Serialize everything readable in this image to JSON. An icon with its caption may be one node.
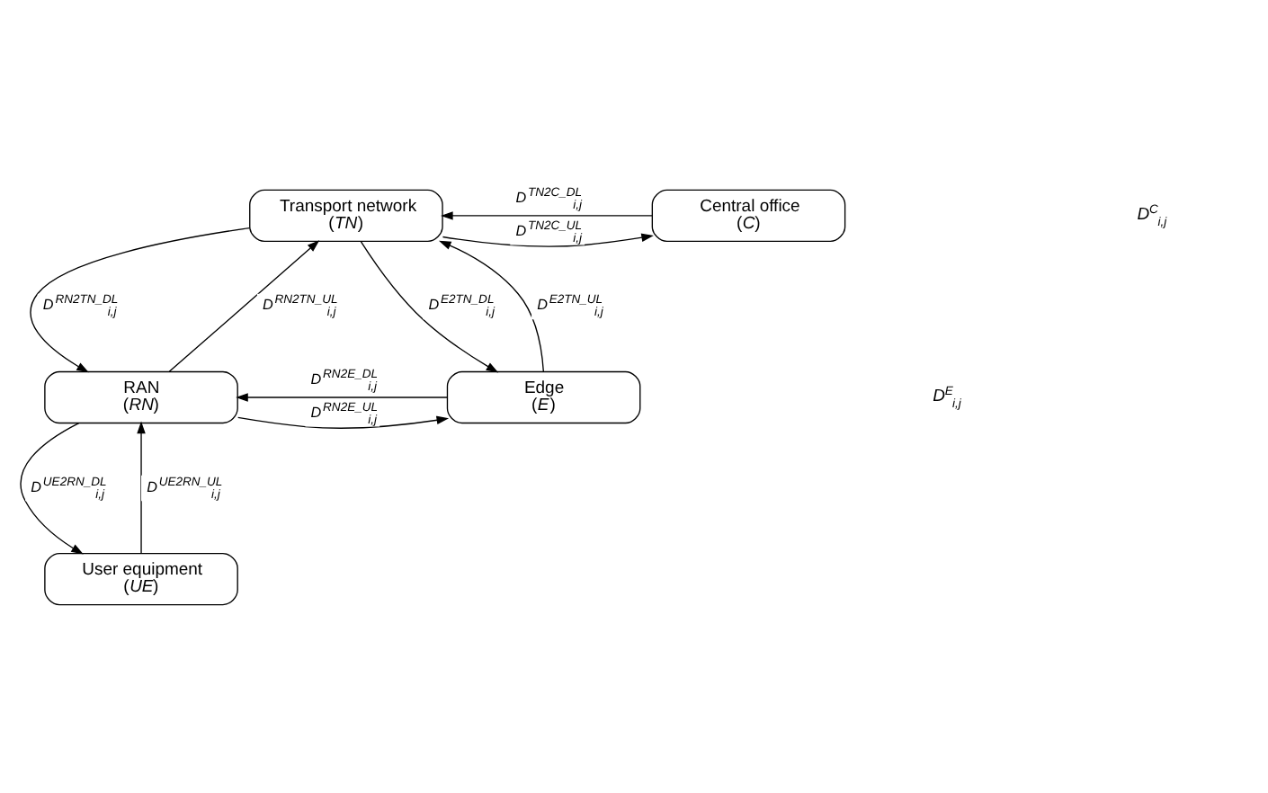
{
  "diagram": {
    "nodes": [
      {
        "text": [
          "Transport network",
          "(*TN*)"
        ]
      },
      {
        "text": [
          "Central office",
          "(*C*)"
        ]
      },
      {
        "text": [
          "RAN",
          "(*RN*)"
        ]
      },
      {
        "text": [
          "Edge",
          "(*E*)"
        ]
      },
      {
        "text": [
          "User equipment",
          "(*UE*)"
        ]
      }
    ],
    "edges": [
      {
        "from": 1,
        "to": 0,
        "arrow": "to",
        "label": "D$^{TN2C_DL}$$_{i,j}$"
      },
      {
        "from": 0,
        "to": 1,
        "arrow": "to",
        "label": "D$^{TN2C_UL}$$_{i,j}$"
      },
      {
        "from": 0,
        "to": 2,
        "arrow": "to",
        "label": "D$^{RN2TN_DL}$$_{i,j}$"
      },
      {
        "from": 2,
        "to": 0,
        "arrow": "to",
        "label": "D$^{RN2TN_UL}$$_{i,j}$"
      },
      {
        "from": 0,
        "to": 3,
        "arrow": "to",
        "label": "D$^{E2TN_DL}$$_{i,j}$"
      },
      {
        "from": 3,
        "to": 0,
        "arrow": "to",
        "label": "D$^{E2TN_UL}$$_{i,j}$"
      },
      {
        "from": 3,
        "to": 2,
        "arrow": "to",
        "label": "D$^{RN2E_DL}$$_{i,j}$"
      },
      {
        "from": 2,
        "to": 3,
        "arrow": "to",
        "label": "D$^{RN2E_UL}$$_{i,j}$"
      },
      {
        "from": 2,
        "to": 4,
        "arrow": "to",
        "label": "D$^{UE2RN_DL}$$_{i,j}$"
      },
      {
        "from": 4,
        "to": 2,
        "arrow": "to",
        "label": "D$^{UE2RN_UL}$$_{i,j}$"
      }
    ],
    "labels": [
      "D$^{C}$$_{i,j}$",
      "D$^{E}$$_{i,j}$"
    ]
  }
}
